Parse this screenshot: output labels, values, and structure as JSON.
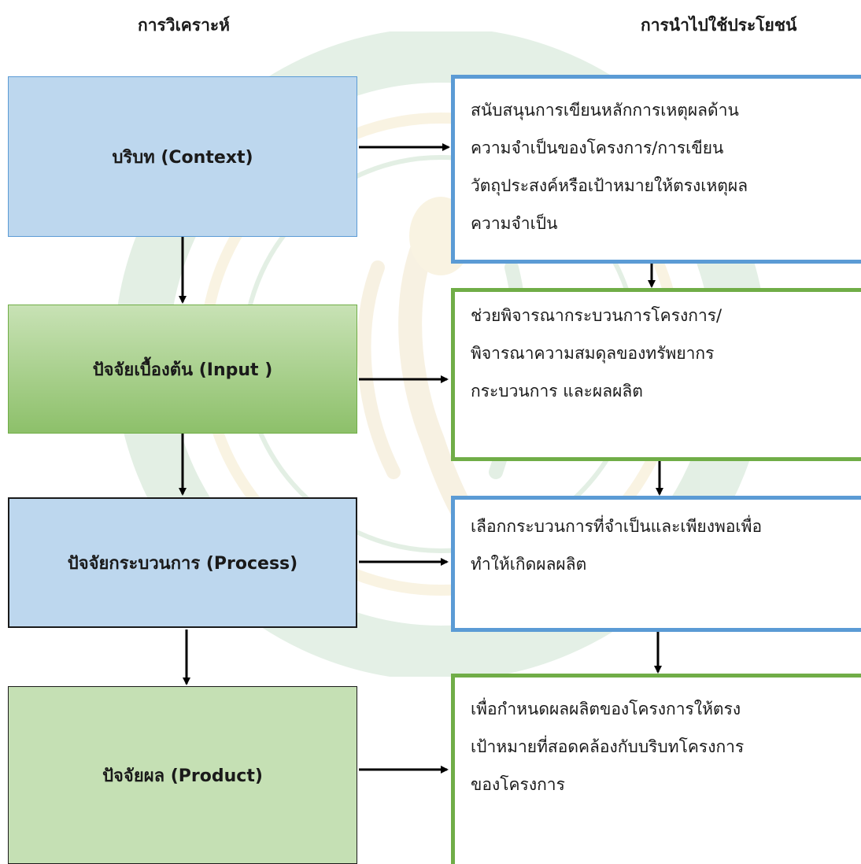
{
  "headers": {
    "analysis": "การวิเคราะห์",
    "usage": "การนำไปใช้ประโยชน์"
  },
  "analysis_boxes": [
    {
      "label": "บริบท (Context)"
    },
    {
      "label": "ปัจจัยเบื้องต้น (Input )"
    },
    {
      "label": "ปัจจัยกระบวนการ (Process)"
    },
    {
      "label": "ปัจจัยผล (Product)"
    }
  ],
  "usage_boxes": [
    {
      "lines": [
        "สนับสนุนการเขียนหลักการเหตุผลด้าน",
        "ความจำเป็นของโครงการ/การเขียน",
        "วัตถุประสงค์หรือเป้าหมายให้ตรงเหตุผล",
        "ความจำเป็น"
      ]
    },
    {
      "lines": [
        "ช่วยพิจารณากระบวนการโครงการ/",
        "พิจารณาความสมดุลของทรัพยากร",
        "กระบวนการ และผลผลิต"
      ]
    },
    {
      "lines": [
        "เลือกกระบวนการที่จำเป็นและเพียงพอเพื่อ",
        "ทำให้เกิดผลผลิต"
      ]
    },
    {
      "lines": [
        "เพื่อกำหนดผลผลิตของโครงการให้ตรง",
        "เป้าหมายที่สอดคล้องกับบริบทโครงการ",
        "ของโครงการ"
      ]
    }
  ],
  "colors": {
    "blue_fill": "#bdd7ee",
    "blue_border": "#5b9bd5",
    "green_fill_gradient_top": "#c8e2b5",
    "green_fill_gradient_bottom": "#8dc06a",
    "green_fill": "#c5e0b4",
    "green_border": "#70ad47",
    "arrow": "#000000"
  }
}
